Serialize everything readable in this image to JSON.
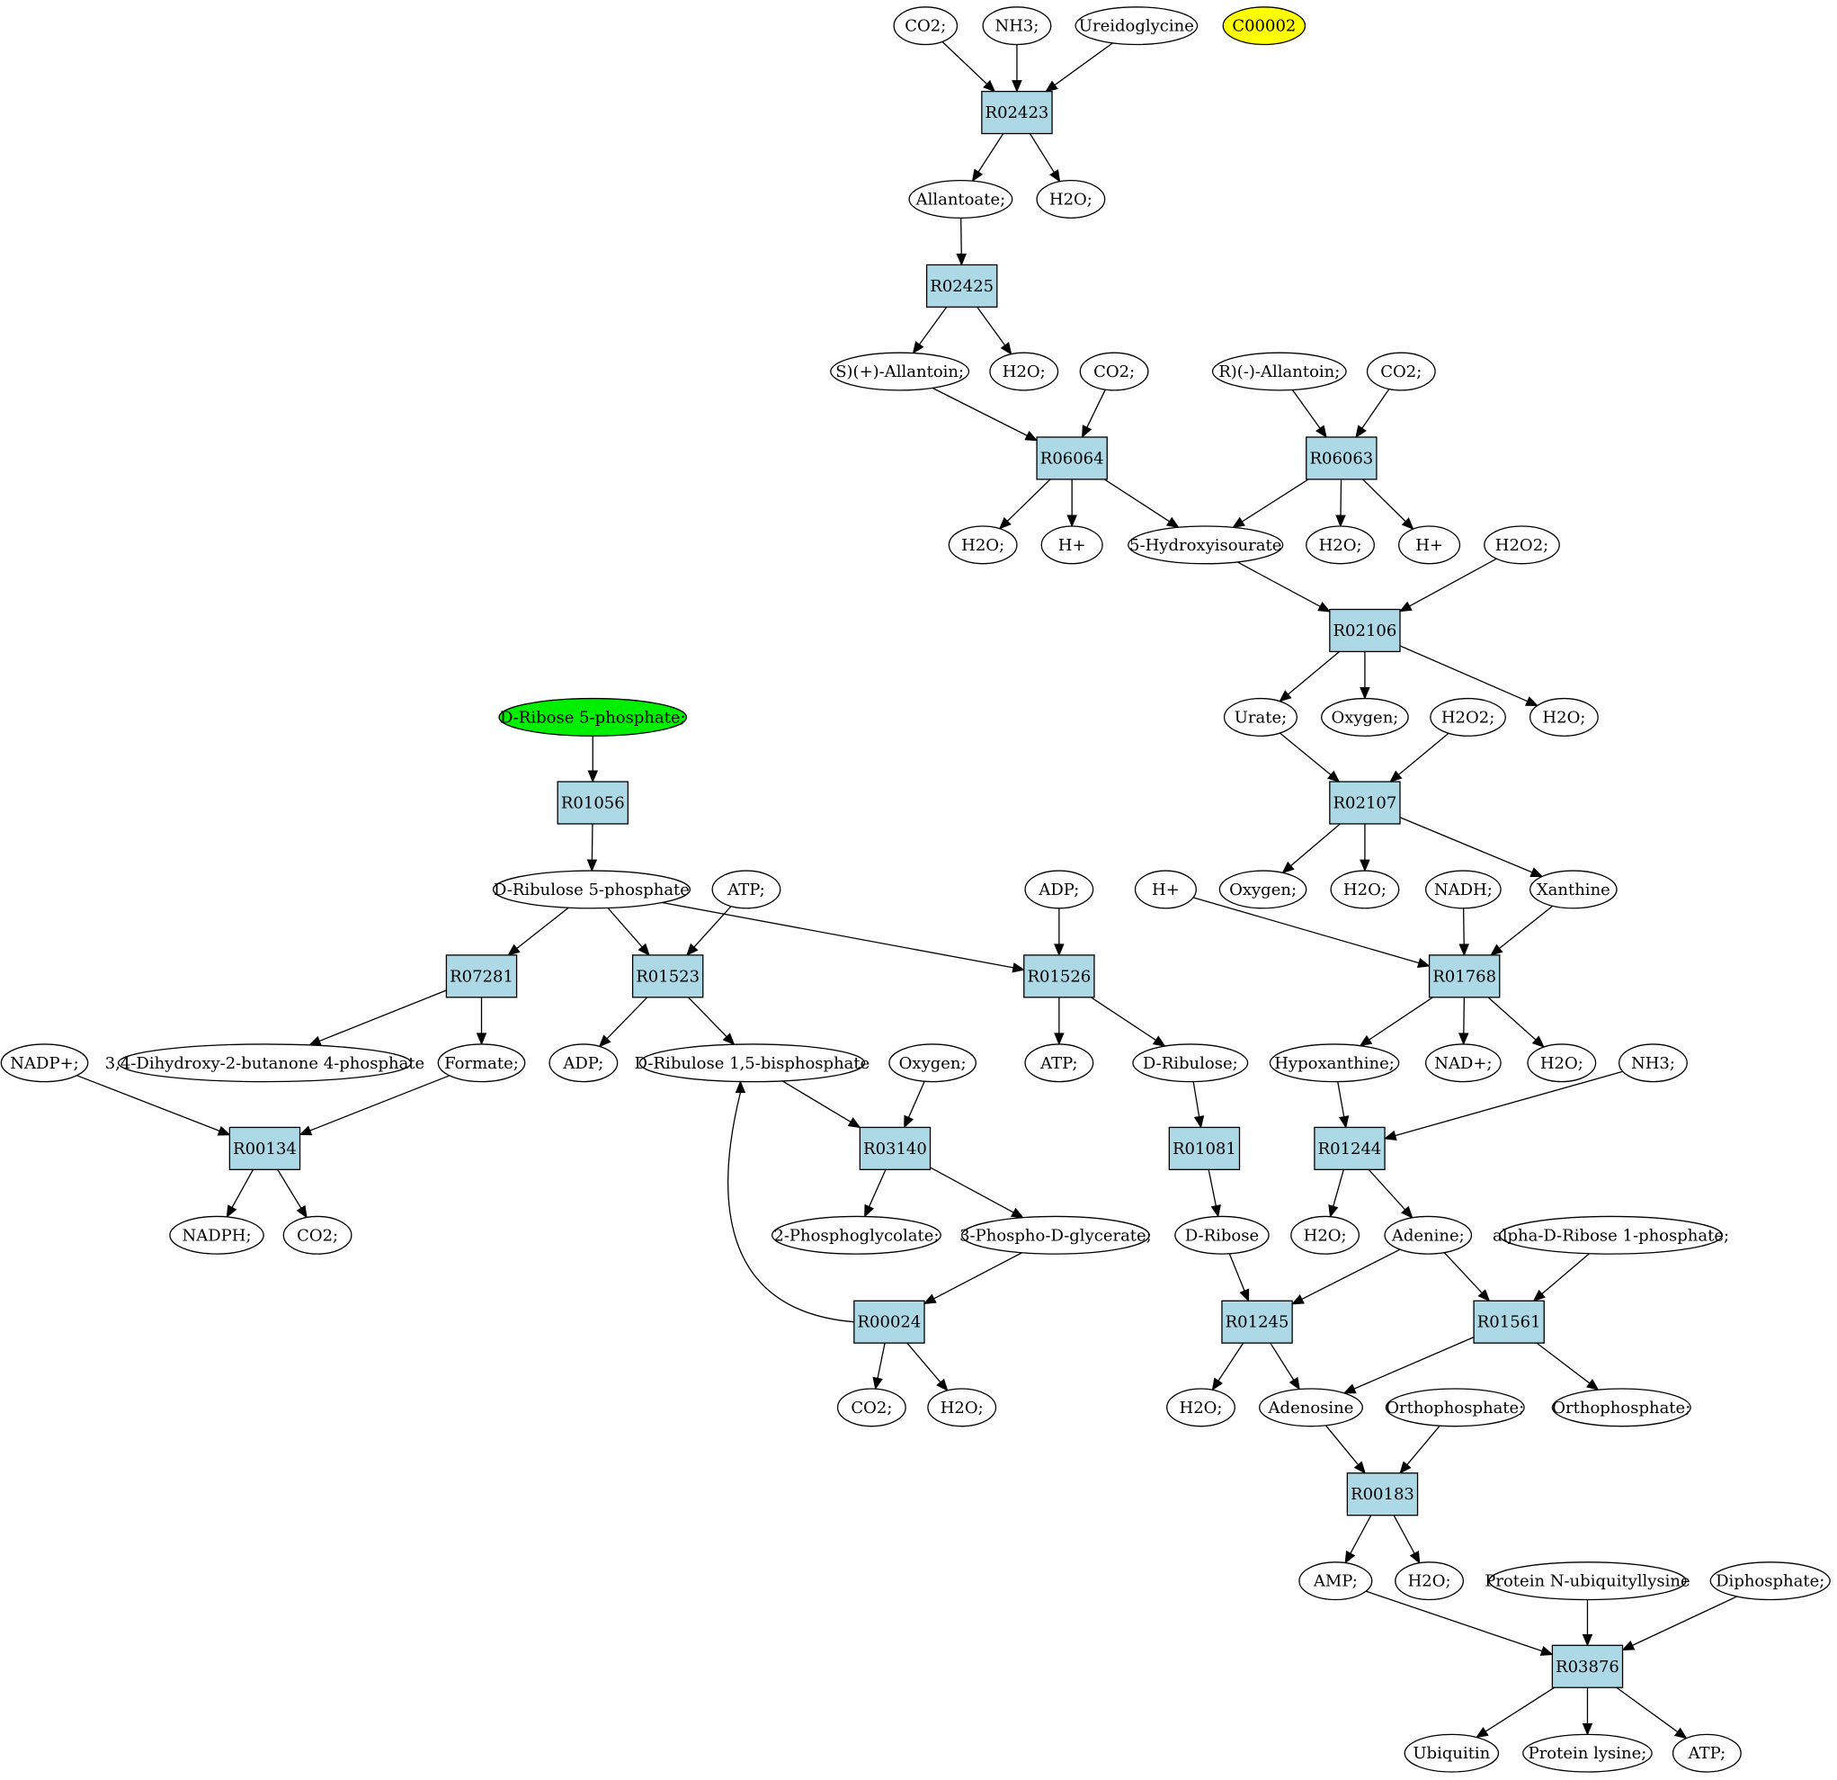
{
  "colors": {
    "reaction_fill": "#add8e6",
    "compound_fill": "#ffffff",
    "start_fill": "#00ee00",
    "target_fill": "#ffff00",
    "stroke": "#000000"
  },
  "nodes": [
    {
      "id": "c_co2_a",
      "label": "CO2;",
      "kind": "compound"
    },
    {
      "id": "c_nh3_a",
      "label": "NH3;",
      "kind": "compound"
    },
    {
      "id": "c_ureidoglycine",
      "label": "Ureidoglycine",
      "kind": "compound"
    },
    {
      "id": "c_c00002",
      "label": "C00002",
      "kind": "target"
    },
    {
      "id": "r_R02423",
      "label": "R02423",
      "kind": "reaction"
    },
    {
      "id": "c_allantoate",
      "label": "Allantoate;",
      "kind": "compound"
    },
    {
      "id": "c_h2o_a",
      "label": "H2O;",
      "kind": "compound"
    },
    {
      "id": "r_R02425",
      "label": "R02425",
      "kind": "reaction"
    },
    {
      "id": "c_s_allantoin",
      "label": "S)(+)-Allantoin;",
      "kind": "compound"
    },
    {
      "id": "c_h2o_b",
      "label": "H2O;",
      "kind": "compound"
    },
    {
      "id": "c_co2_b",
      "label": "CO2;",
      "kind": "compound"
    },
    {
      "id": "c_r_allantoin",
      "label": "R)(-)-Allantoin;",
      "kind": "compound"
    },
    {
      "id": "c_co2_c",
      "label": "CO2;",
      "kind": "compound"
    },
    {
      "id": "r_R06064",
      "label": "R06064",
      "kind": "reaction"
    },
    {
      "id": "r_R06063",
      "label": "R06063",
      "kind": "reaction"
    },
    {
      "id": "c_h2o_c",
      "label": "H2O;",
      "kind": "compound"
    },
    {
      "id": "c_hplus_a",
      "label": "H+",
      "kind": "compound"
    },
    {
      "id": "c_hydroxyisourate",
      "label": "5-Hydroxyisourate",
      "kind": "compound"
    },
    {
      "id": "c_h2o_d",
      "label": "H2O;",
      "kind": "compound"
    },
    {
      "id": "c_hplus_b",
      "label": "H+",
      "kind": "compound"
    },
    {
      "id": "c_h2o2_a",
      "label": "H2O2;",
      "kind": "compound"
    },
    {
      "id": "r_R02106",
      "label": "R02106",
      "kind": "reaction"
    },
    {
      "id": "c_urate",
      "label": "Urate;",
      "kind": "compound"
    },
    {
      "id": "c_oxygen_a",
      "label": "Oxygen;",
      "kind": "compound"
    },
    {
      "id": "c_h2o2_b",
      "label": "H2O2;",
      "kind": "compound"
    },
    {
      "id": "c_h2o_e",
      "label": "H2O;",
      "kind": "compound"
    },
    {
      "id": "r_R02107",
      "label": "R02107",
      "kind": "reaction"
    },
    {
      "id": "c_oxygen_b",
      "label": "Oxygen;",
      "kind": "compound"
    },
    {
      "id": "c_h2o_f",
      "label": "H2O;",
      "kind": "compound"
    },
    {
      "id": "c_xanthine",
      "label": "Xanthine",
      "kind": "compound"
    },
    {
      "id": "c_hplus_c",
      "label": "H+",
      "kind": "compound"
    },
    {
      "id": "c_nadh",
      "label": "NADH;",
      "kind": "compound"
    },
    {
      "id": "r_R01768",
      "label": "R01768",
      "kind": "reaction"
    },
    {
      "id": "c_hypoxanthine",
      "label": "Hypoxanthine;",
      "kind": "compound"
    },
    {
      "id": "c_nadplus",
      "label": "NAD+;",
      "kind": "compound"
    },
    {
      "id": "c_h2o_g",
      "label": "H2O;",
      "kind": "compound"
    },
    {
      "id": "c_nh3_b",
      "label": "NH3;",
      "kind": "compound"
    },
    {
      "id": "r_R01244",
      "label": "R01244",
      "kind": "reaction"
    },
    {
      "id": "c_h2o_h",
      "label": "H2O;",
      "kind": "compound"
    },
    {
      "id": "c_adenine",
      "label": "Adenine;",
      "kind": "compound"
    },
    {
      "id": "c_alpha_ribose",
      "label": "alpha-D-Ribose 1-phosphate;",
      "kind": "compound"
    },
    {
      "id": "c_dribose5p",
      "label": "D-Ribose 5-phosphate;",
      "kind": "start"
    },
    {
      "id": "r_R01056",
      "label": "R01056",
      "kind": "reaction"
    },
    {
      "id": "c_dribulose5p",
      "label": "D-Ribulose 5-phosphate",
      "kind": "compound"
    },
    {
      "id": "c_atp_a",
      "label": "ATP;",
      "kind": "compound"
    },
    {
      "id": "c_adp_a",
      "label": "ADP;",
      "kind": "compound"
    },
    {
      "id": "r_R07281",
      "label": "R07281",
      "kind": "reaction"
    },
    {
      "id": "r_R01523",
      "label": "R01523",
      "kind": "reaction"
    },
    {
      "id": "r_R01526",
      "label": "R01526",
      "kind": "reaction"
    },
    {
      "id": "c_nadpplus",
      "label": "NADP+;",
      "kind": "compound"
    },
    {
      "id": "c_dihydroxybutanone",
      "label": "3,4-Dihydroxy-2-butanone 4-phosphate",
      "kind": "compound"
    },
    {
      "id": "c_formate",
      "label": "Formate;",
      "kind": "compound"
    },
    {
      "id": "c_adp_b",
      "label": "ADP;",
      "kind": "compound"
    },
    {
      "id": "c_dribulose15bp",
      "label": "D-Ribulose 1,5-bisphosphate",
      "kind": "compound"
    },
    {
      "id": "c_oxygen_c",
      "label": "Oxygen;",
      "kind": "compound"
    },
    {
      "id": "c_atp_b",
      "label": "ATP;",
      "kind": "compound"
    },
    {
      "id": "c_dribulose",
      "label": "D-Ribulose;",
      "kind": "compound"
    },
    {
      "id": "r_R00134",
      "label": "R00134",
      "kind": "reaction"
    },
    {
      "id": "r_R03140",
      "label": "R03140",
      "kind": "reaction"
    },
    {
      "id": "r_R01081",
      "label": "R01081",
      "kind": "reaction"
    },
    {
      "id": "c_nadph",
      "label": "NADPH;",
      "kind": "compound"
    },
    {
      "id": "c_co2_d",
      "label": "CO2;",
      "kind": "compound"
    },
    {
      "id": "c_phosphoglycolate",
      "label": "2-Phosphoglycolate;",
      "kind": "compound"
    },
    {
      "id": "c_phosphoglycerate",
      "label": "3-Phospho-D-glycerate;",
      "kind": "compound"
    },
    {
      "id": "c_dribose",
      "label": "D-Ribose",
      "kind": "compound"
    },
    {
      "id": "r_R00024",
      "label": "R00024",
      "kind": "reaction"
    },
    {
      "id": "r_R01245",
      "label": "R01245",
      "kind": "reaction"
    },
    {
      "id": "r_R01561",
      "label": "R01561",
      "kind": "reaction"
    },
    {
      "id": "c_co2_e",
      "label": "CO2;",
      "kind": "compound"
    },
    {
      "id": "c_h2o_i",
      "label": "H2O;",
      "kind": "compound"
    },
    {
      "id": "c_h2o_j",
      "label": "H2O;",
      "kind": "compound"
    },
    {
      "id": "c_adenosine",
      "label": "Adenosine",
      "kind": "compound"
    },
    {
      "id": "c_orthophosphate_a",
      "label": "Orthophosphate;",
      "kind": "compound"
    },
    {
      "id": "c_orthophosphate_b",
      "label": "Orthophosphate;",
      "kind": "compound"
    },
    {
      "id": "r_R00183",
      "label": "R00183",
      "kind": "reaction"
    },
    {
      "id": "c_amp",
      "label": "AMP;",
      "kind": "compound"
    },
    {
      "id": "c_h2o_k",
      "label": "H2O;",
      "kind": "compound"
    },
    {
      "id": "c_protein_ub",
      "label": "Protein N-ubiquityllysine",
      "kind": "compound"
    },
    {
      "id": "c_diphosphate",
      "label": "Diphosphate;",
      "kind": "compound"
    },
    {
      "id": "r_R03876",
      "label": "R03876",
      "kind": "reaction"
    },
    {
      "id": "c_ubiquitin",
      "label": "Ubiquitin",
      "kind": "compound"
    },
    {
      "id": "c_protein_lysine",
      "label": "Protein lysine;",
      "kind": "compound"
    },
    {
      "id": "c_atp_c",
      "label": "ATP;",
      "kind": "compound"
    }
  ],
  "edges": [
    [
      "c_co2_a",
      "r_R02423"
    ],
    [
      "c_nh3_a",
      "r_R02423"
    ],
    [
      "c_ureidoglycine",
      "r_R02423"
    ],
    [
      "r_R02423",
      "c_allantoate"
    ],
    [
      "r_R02423",
      "c_h2o_a"
    ],
    [
      "c_allantoate",
      "r_R02425"
    ],
    [
      "r_R02425",
      "c_s_allantoin"
    ],
    [
      "r_R02425",
      "c_h2o_b"
    ],
    [
      "c_s_allantoin",
      "r_R06064"
    ],
    [
      "c_co2_b",
      "r_R06064"
    ],
    [
      "c_r_allantoin",
      "r_R06063"
    ],
    [
      "c_co2_c",
      "r_R06063"
    ],
    [
      "r_R06064",
      "c_h2o_c"
    ],
    [
      "r_R06064",
      "c_hplus_a"
    ],
    [
      "r_R06064",
      "c_hydroxyisourate"
    ],
    [
      "r_R06063",
      "c_hydroxyisourate"
    ],
    [
      "r_R06063",
      "c_h2o_d"
    ],
    [
      "r_R06063",
      "c_hplus_b"
    ],
    [
      "c_hydroxyisourate",
      "r_R02106"
    ],
    [
      "c_h2o2_a",
      "r_R02106"
    ],
    [
      "r_R02106",
      "c_urate"
    ],
    [
      "r_R02106",
      "c_oxygen_a"
    ],
    [
      "r_R02106",
      "c_h2o_e"
    ],
    [
      "c_urate",
      "r_R02107"
    ],
    [
      "c_h2o2_b",
      "r_R02107"
    ],
    [
      "r_R02107",
      "c_oxygen_b"
    ],
    [
      "r_R02107",
      "c_h2o_f"
    ],
    [
      "r_R02107",
      "c_xanthine"
    ],
    [
      "c_hplus_c",
      "r_R01768"
    ],
    [
      "c_nadh",
      "r_R01768"
    ],
    [
      "c_xanthine",
      "r_R01768"
    ],
    [
      "r_R01768",
      "c_hypoxanthine"
    ],
    [
      "r_R01768",
      "c_nadplus"
    ],
    [
      "r_R01768",
      "c_h2o_g"
    ],
    [
      "c_hypoxanthine",
      "r_R01244"
    ],
    [
      "c_nh3_b",
      "r_R01244"
    ],
    [
      "r_R01244",
      "c_h2o_h"
    ],
    [
      "r_R01244",
      "c_adenine"
    ],
    [
      "c_dribose5p",
      "r_R01056"
    ],
    [
      "r_R01056",
      "c_dribulose5p"
    ],
    [
      "c_dribulose5p",
      "r_R07281"
    ],
    [
      "c_dribulose5p",
      "r_R01523"
    ],
    [
      "c_dribulose5p",
      "r_R01526"
    ],
    [
      "c_atp_a",
      "r_R01523"
    ],
    [
      "c_adp_a",
      "r_R01526"
    ],
    [
      "r_R07281",
      "c_dihydroxybutanone"
    ],
    [
      "r_R07281",
      "c_formate"
    ],
    [
      "r_R01523",
      "c_adp_b"
    ],
    [
      "r_R01523",
      "c_dribulose15bp"
    ],
    [
      "r_R01526",
      "c_atp_b"
    ],
    [
      "r_R01526",
      "c_dribulose"
    ],
    [
      "c_nadpplus",
      "r_R00134"
    ],
    [
      "c_formate",
      "r_R00134"
    ],
    [
      "r_R00134",
      "c_nadph"
    ],
    [
      "r_R00134",
      "c_co2_d"
    ],
    [
      "c_dribulose15bp",
      "r_R03140"
    ],
    [
      "c_oxygen_c",
      "r_R03140"
    ],
    [
      "r_R03140",
      "c_phosphoglycolate"
    ],
    [
      "r_R03140",
      "c_phosphoglycerate"
    ],
    [
      "c_dribulose",
      "r_R01081"
    ],
    [
      "r_R01081",
      "c_dribose"
    ],
    [
      "c_phosphoglycerate",
      "r_R00024"
    ],
    [
      "r_R00024",
      "c_dribulose15bp"
    ],
    [
      "r_R00024",
      "c_co2_e"
    ],
    [
      "r_R00024",
      "c_h2o_i"
    ],
    [
      "c_dribose",
      "r_R01245"
    ],
    [
      "c_adenine",
      "r_R01245"
    ],
    [
      "c_adenine",
      "r_R01561"
    ],
    [
      "c_alpha_ribose",
      "r_R01561"
    ],
    [
      "r_R01245",
      "c_h2o_j"
    ],
    [
      "r_R01245",
      "c_adenosine"
    ],
    [
      "r_R01561",
      "c_adenosine"
    ],
    [
      "r_R01561",
      "c_orthophosphate_b"
    ],
    [
      "c_adenosine",
      "r_R00183"
    ],
    [
      "c_orthophosphate_a",
      "r_R00183"
    ],
    [
      "r_R00183",
      "c_amp"
    ],
    [
      "r_R00183",
      "c_h2o_k"
    ],
    [
      "c_amp",
      "r_R03876"
    ],
    [
      "c_protein_ub",
      "r_R03876"
    ],
    [
      "c_diphosphate",
      "r_R03876"
    ],
    [
      "r_R03876",
      "c_ubiquitin"
    ],
    [
      "r_R03876",
      "c_protein_lysine"
    ],
    [
      "r_R03876",
      "c_atp_c"
    ]
  ]
}
